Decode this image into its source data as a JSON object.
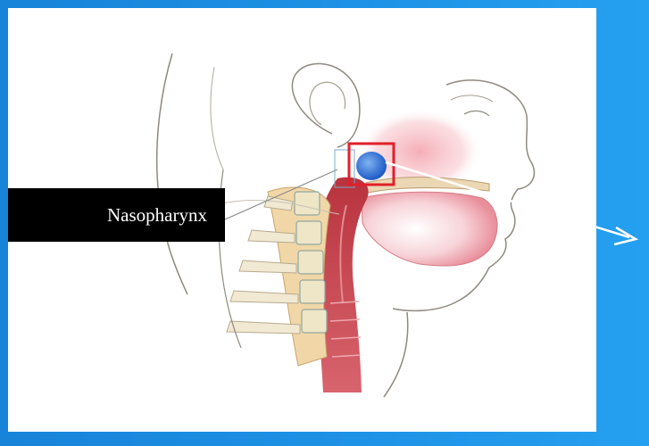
{
  "slide": {
    "label": "Nasopharynx",
    "colors": {
      "background": "#1E8FE3",
      "panel": "#FFFFFF",
      "label_bg": "#000000",
      "label_text": "#FFFFFF",
      "highlight_box": "#E0202A",
      "marker": "#2F6FD6",
      "arrow": "#FFFFFF"
    },
    "icons": [
      "head-neck-sagittal-illustration",
      "highlight-box",
      "marker-dot",
      "pointer-arrow"
    ]
  }
}
